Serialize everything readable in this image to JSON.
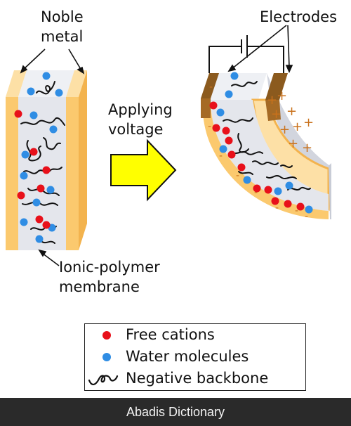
{
  "labels": {
    "noble_metal_line1": "Noble",
    "noble_metal_line2": "metal",
    "electrodes": "Electrodes",
    "applying_line1": "Applying",
    "applying_line2": "voltage",
    "membrane_line1": "Ionic-polymer",
    "membrane_line2": "membrane"
  },
  "signs": {
    "plus": "+",
    "minus": "-"
  },
  "legend": {
    "cations": "Free cations",
    "water": "Water molecules",
    "backbone": "Negative backbone"
  },
  "footer": {
    "text": "Abadis Dictionary"
  },
  "colors": {
    "metal": "#fbc96e",
    "metal_light": "#fde0a6",
    "membrane": "#e6e8ee",
    "membrane_dark": "#cfd2db",
    "electrode": "#8b5a1e",
    "cation": "#e8101a",
    "water": "#2f8de4",
    "arrow": "#ffff00",
    "plus_sign": "#c9711c",
    "footer_bg": "#2a2a2a"
  }
}
